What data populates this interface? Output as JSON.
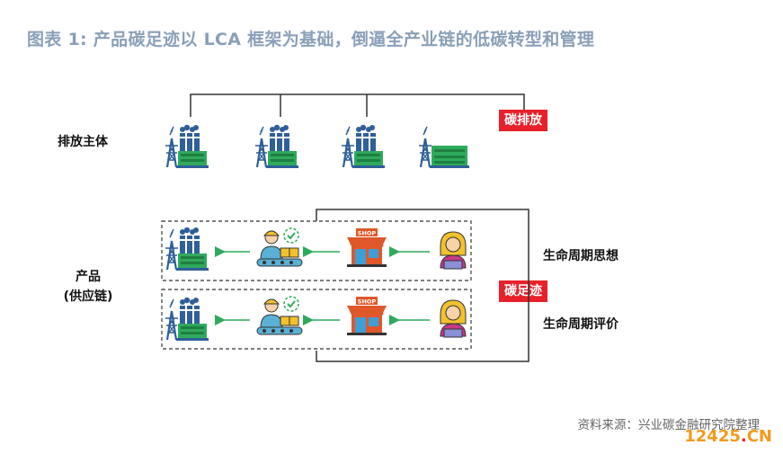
{
  "title": "图表 1:   产品碳足迹以 LCA 框架为基础，倒逼全产业链的低碳转型和管理",
  "labels": {
    "emitters": "排放主体",
    "product_line1": "产品",
    "product_line2": "(供应链)",
    "carbon_emission": "碳排放",
    "carbon_footprint": "碳足迹",
    "lifecycle_thinking": "生命周期思想",
    "lifecycle_assessment": "生命周期评价",
    "shop_sign": "SHOP"
  },
  "source": "资料来源：兴业碳金融研究院整理",
  "watermark": {
    "main": "12425",
    "dot": ".",
    "suffix": "CN"
  },
  "colors": {
    "title": "#8a9fb8",
    "red_tag": "#e8202a",
    "factory_blue": "#2f5f99",
    "factory_green": "#2eaa5c",
    "arrow_green": "#2eaa5c",
    "shop_orange": "#e0572a"
  },
  "icons": [
    "factory-icon",
    "power-tower-icon",
    "worker-icon",
    "shop-icon",
    "consumer-icon",
    "check-icon"
  ]
}
